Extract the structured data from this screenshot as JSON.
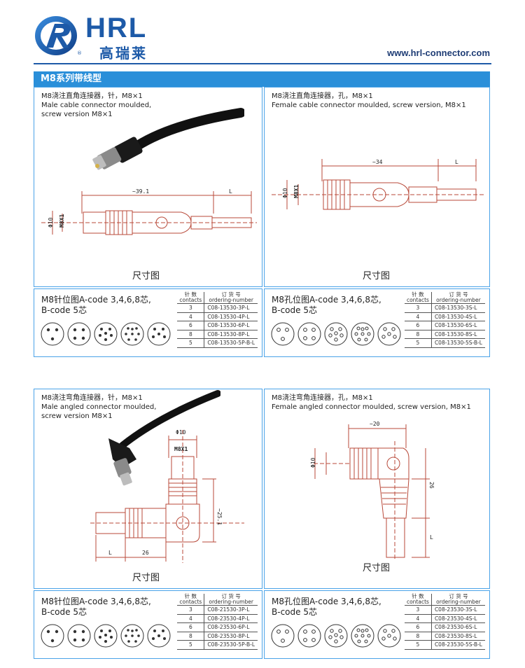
{
  "header": {
    "brand": "HRL",
    "brand_cn": "高瑞莱",
    "website": "www.hrl-connector.com",
    "brand_color": "#1d5aa8"
  },
  "section_title": "M8系列带线型",
  "panels": {
    "male_straight": {
      "desc_cn": "M8浇注直角连接器，针，M8×1",
      "desc_en_1": "Male cable connector moulded,",
      "desc_en_2": "screw version M8×1",
      "dim_title": "尺寸图",
      "dim_length": "~39.1",
      "dim_L": "L",
      "dim_diam": "Φ10",
      "dim_thread": "M8X1"
    },
    "female_straight": {
      "desc_cn": "M8浇注直角连接器，孔，M8×1",
      "desc_en_1": "Female cable connector moulded, screw version, M8×1",
      "dim_title": "尺寸图",
      "dim_length": "~34",
      "dim_L": "L",
      "dim_diam": "Φ10",
      "dim_thread": "M8X1"
    },
    "male_angled": {
      "desc_cn": "M8浇注弯角连接器，针，M8×1",
      "desc_en_1": "Male angled connector moulded,",
      "desc_en_2": "screw version M8×1",
      "dim_title": "尺寸图",
      "dim_diam": "Φ10",
      "dim_thread": "M8X1",
      "dim_height": "~25.1",
      "dim_L": "L",
      "dim_26": "26"
    },
    "female_angled": {
      "desc_cn": "M8浇注弯角连接器，孔，M8×1",
      "desc_en_1": "Female angled connector moulded, screw version, M8×1",
      "dim_title": "尺寸图",
      "dim_20": "~20",
      "dim_diam": "Φ10",
      "dim_26": "26",
      "dim_L": "L"
    }
  },
  "pin_tables": {
    "male_straight": {
      "title_1": "M8针位图A-code 3,4,6,8芯,",
      "title_2": "B-code 5芯",
      "col1_cn": "针 数",
      "col1_en": "contacts",
      "col2_cn": "订 货 号",
      "col2_en": "ordering-number",
      "rows": [
        {
          "c": "3",
          "n": "C08-13530-3P-L"
        },
        {
          "c": "4",
          "n": "C08-13530-4P-L"
        },
        {
          "c": "6",
          "n": "C08-13530-6P-L"
        },
        {
          "c": "8",
          "n": "C08-13530-8P-L"
        },
        {
          "c": "5",
          "n": "C08-13530-5P-B-L"
        }
      ]
    },
    "female_straight": {
      "title_1": "M8孔位图A-code 3,4,6,8芯,",
      "title_2": "B-code 5芯",
      "col1_cn": "针 数",
      "col1_en": "contacts",
      "col2_cn": "订 货 号",
      "col2_en": "ordering-number",
      "rows": [
        {
          "c": "3",
          "n": "C08-13530-3S-L"
        },
        {
          "c": "4",
          "n": "C08-13530-4S-L"
        },
        {
          "c": "6",
          "n": "C08-13530-6S-L"
        },
        {
          "c": "8",
          "n": "C08-13530-8S-L"
        },
        {
          "c": "5",
          "n": "C08-13530-5S-B-L"
        }
      ]
    },
    "male_angled": {
      "title_1": "M8针位图A-code 3,4,6,8芯,",
      "title_2": "B-code 5芯",
      "col1_cn": "针 数",
      "col1_en": "contacts",
      "col2_cn": "订 货 号",
      "col2_en": "ordering-number",
      "rows": [
        {
          "c": "3",
          "n": "C08-21530-3P-L"
        },
        {
          "c": "4",
          "n": "C08-23530-4P-L"
        },
        {
          "c": "6",
          "n": "C08-23530-6P-L"
        },
        {
          "c": "8",
          "n": "C08-23530-8P-L"
        },
        {
          "c": "5",
          "n": "C08-23530-5P-B-L"
        }
      ]
    },
    "female_angled": {
      "title_1": "M8孔位图A-code 3,4,6,8芯,",
      "title_2": "B-code 5芯",
      "col1_cn": "针 数",
      "col1_en": "contacts",
      "col2_cn": "订 货 号",
      "col2_en": "ordering-number",
      "rows": [
        {
          "c": "3",
          "n": "C08-23530-3S-L"
        },
        {
          "c": "4",
          "n": "C08-23530-4S-L"
        },
        {
          "c": "6",
          "n": "C08-23530-6S-L"
        },
        {
          "c": "8",
          "n": "C08-23530-8S-L"
        },
        {
          "c": "5",
          "n": "C08-23530-5S-B-L"
        }
      ]
    }
  },
  "colors": {
    "panel_border": "#4aa3e8",
    "section_bar": "#2a8fd9",
    "drawing_line": "#b84a3a"
  }
}
